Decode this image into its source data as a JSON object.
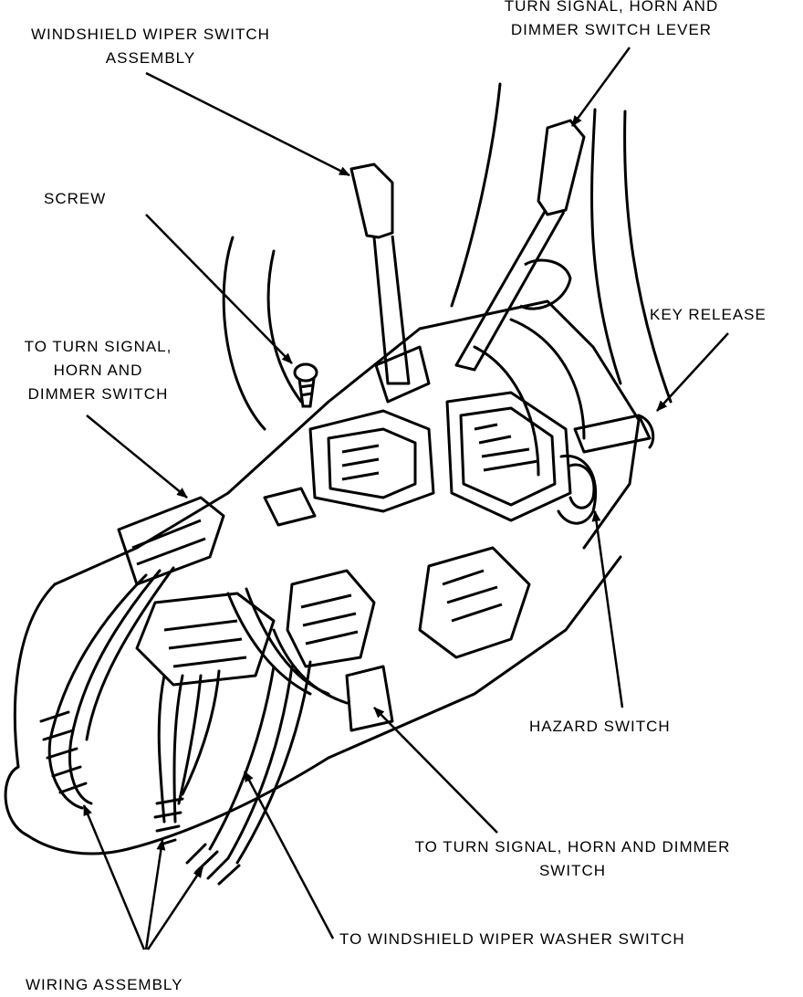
{
  "labels": {
    "windshield_wiper_switch_assembly": [
      "WINDSHIELD WIPER SWITCH",
      "ASSEMBLY"
    ],
    "turn_signal_horn_dimmer_lever": [
      "TURN SIGNAL, HORN AND",
      "DIMMER SWITCH LEVER"
    ],
    "screw": "SCREW",
    "to_turn_signal_horn_dimmer": [
      "TO TURN SIGNAL,",
      "HORN AND",
      "DIMMER SWITCH"
    ],
    "key_release": "KEY RELEASE",
    "hazard_switch": "HAZARD SWITCH",
    "to_turn_signal_horn_dimmer_switch": [
      "TO TURN SIGNAL, HORN AND DIMMER",
      "SWITCH"
    ],
    "to_windshield_wiper_washer_switch": "TO WINDSHIELD WIPER WASHER SWITCH",
    "wiring_assembly": "WIRING ASSEMBLY"
  },
  "style": {
    "ink": "#000000",
    "paper": "#ffffff"
  }
}
